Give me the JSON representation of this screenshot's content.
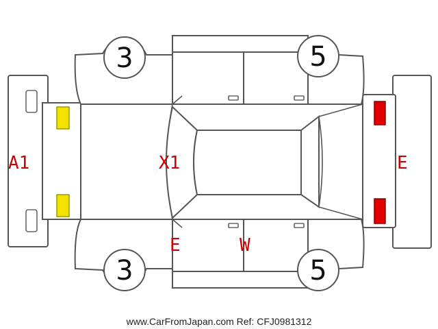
{
  "wheels": {
    "front_top": "3",
    "rear_top": "5",
    "front_bottom": "3",
    "rear_bottom": "5"
  },
  "damage_labels": {
    "front_bumper": "A1",
    "hood": "X1",
    "rear_bumper": "E",
    "left_front_door": "E",
    "left_rear_door": "W"
  },
  "markers": {
    "front_lights_color": "#f2e200",
    "rear_lights_color": "#e00000"
  },
  "credit": "www.CarFromJapan.com Ref: CFJ0981312"
}
